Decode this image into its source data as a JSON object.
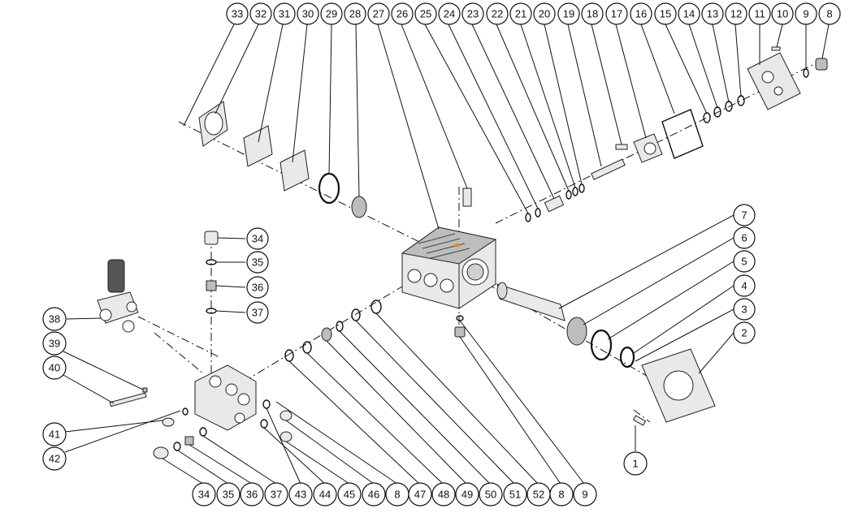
{
  "callouts": {
    "top": [
      "33",
      "32",
      "31",
      "30",
      "29",
      "28",
      "27",
      "26",
      "25",
      "24",
      "23",
      "22",
      "21",
      "20",
      "19",
      "18",
      "17",
      "16",
      "15",
      "14",
      "13",
      "12",
      "11",
      "10",
      "9",
      "8"
    ],
    "right": [
      "7",
      "6",
      "5",
      "4",
      "3",
      "2"
    ],
    "bottom_right": "1",
    "left_column": [
      "38",
      "39",
      "40",
      "41",
      "42"
    ],
    "middle_column": [
      "34",
      "35",
      "36",
      "37"
    ],
    "bottom": [
      "34",
      "35",
      "36",
      "37",
      "43",
      "44",
      "45",
      "46",
      "8",
      "47",
      "48",
      "49",
      "50",
      "51",
      "52",
      "8",
      "9"
    ]
  }
}
